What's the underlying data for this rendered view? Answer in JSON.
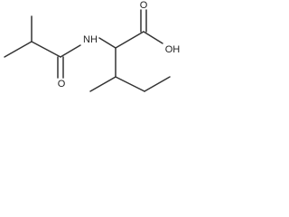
{
  "diagram": {
    "kind": "skeletal-formula",
    "colors": {
      "bond": "#333333",
      "label": "#222222",
      "background": "#ffffff"
    },
    "atoms": {
      "nh": "NH",
      "oh": "OH",
      "o_amide": "O",
      "o_acid": "O"
    }
  }
}
